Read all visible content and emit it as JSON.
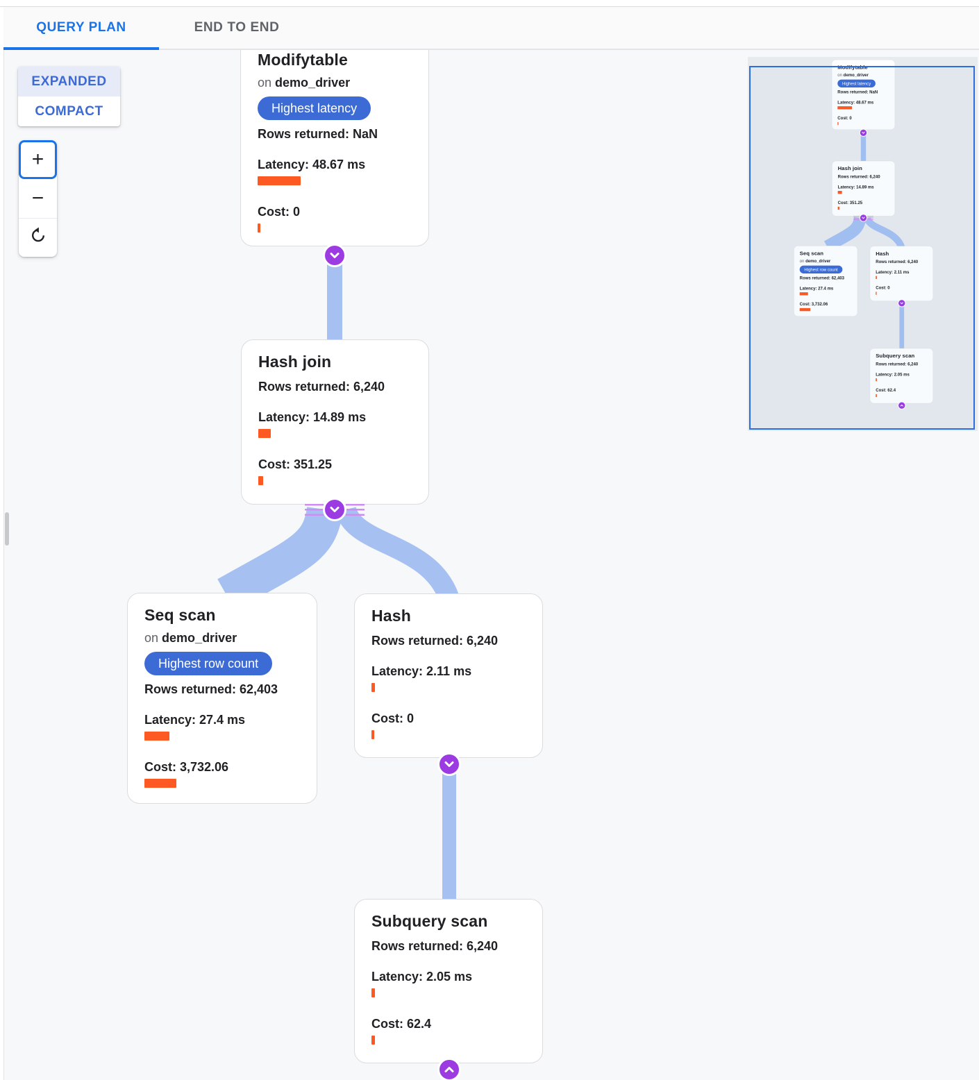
{
  "tabs": [
    {
      "label": "QUERY PLAN",
      "active": true
    },
    {
      "label": "END TO END",
      "active": false
    }
  ],
  "view_toggle": {
    "expanded_label": "EXPANDED",
    "compact_label": "COMPACT",
    "selected": "EXPANDED"
  },
  "zoom_controls": {
    "zoom_in_glyph": "+",
    "zoom_out_glyph": "−"
  },
  "colors": {
    "tab_active_blue": "#1a73e8",
    "toggle_blue": "#3c6bd5",
    "badge_blue": "#3c6bd5",
    "metric_bar_orange": "#fc5a22",
    "edge_blue": "#a6c1f1",
    "chevron_purple": "#9d3be2",
    "viewport_border_blue": "#2b6de0"
  },
  "nodes": [
    {
      "title": "Modifytable",
      "on_prefix": "on",
      "table": "demo_driver",
      "badge": "Highest latency",
      "rows": "Rows returned: NaN",
      "latency": "Latency: 48.67 ms",
      "latency_bar": 62,
      "cost": "Cost: 0",
      "cost_bar": 4,
      "chevron": "down"
    },
    {
      "title": "Hash join",
      "rows": "Rows returned: 6,240",
      "latency": "Latency: 14.89 ms",
      "latency_bar": 18,
      "cost": "Cost: 351.25",
      "cost_bar": 7,
      "chevron": "down"
    },
    {
      "title": "Seq scan",
      "on_prefix": "on",
      "table": "demo_driver",
      "badge": "Highest row count",
      "rows": "Rows returned: 62,403",
      "latency": "Latency: 27.4 ms",
      "latency_bar": 36,
      "cost": "Cost: 3,732.06",
      "cost_bar": 46,
      "chevron": "none"
    },
    {
      "title": "Hash",
      "rows": "Rows returned: 6,240",
      "latency": "Latency: 2.11 ms",
      "latency_bar": 5,
      "cost": "Cost: 0",
      "cost_bar": 4,
      "chevron": "down"
    },
    {
      "title": "Subquery scan",
      "rows": "Rows returned: 6,240",
      "latency": "Latency: 2.05 ms",
      "latency_bar": 5,
      "cost": "Cost: 62.4",
      "cost_bar": 5,
      "chevron": "up"
    }
  ]
}
